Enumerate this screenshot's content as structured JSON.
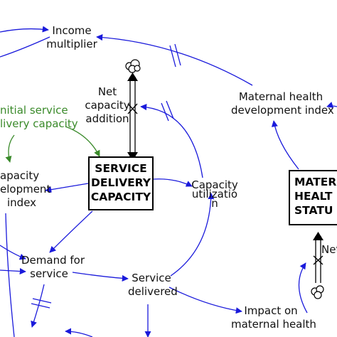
{
  "nodes": {
    "income_multiplier": [
      "Income",
      "multiplier"
    ],
    "initial_service_capacity": [
      "nitial service",
      "livery capacity"
    ],
    "net_capacity_addition": [
      "Net",
      "capacity",
      "addition"
    ],
    "maternal_health_dev_index": [
      "Maternal health",
      "development index"
    ],
    "service_delivery_capacity": [
      "SERVICE",
      "DELIVERY",
      "CAPACITY"
    ],
    "capacity_dev_index": [
      "apacity",
      "elopment",
      "index"
    ],
    "capacity_utilization": [
      "Capacity",
      "utilizatio",
      "n"
    ],
    "maternal_health_status": [
      "MATERN",
      "HEALT",
      "STATU"
    ],
    "demand_for_service": [
      "Demand for",
      "service"
    ],
    "service_delivered": [
      "Service",
      "delivered"
    ],
    "impact_on_maternal_health": [
      "Impact on",
      "maternal health"
    ],
    "net_partial": [
      "Net"
    ]
  },
  "colors": {
    "arrow": "#1a1adb",
    "flow": "#000000",
    "green_text": "#3a8a2a"
  }
}
